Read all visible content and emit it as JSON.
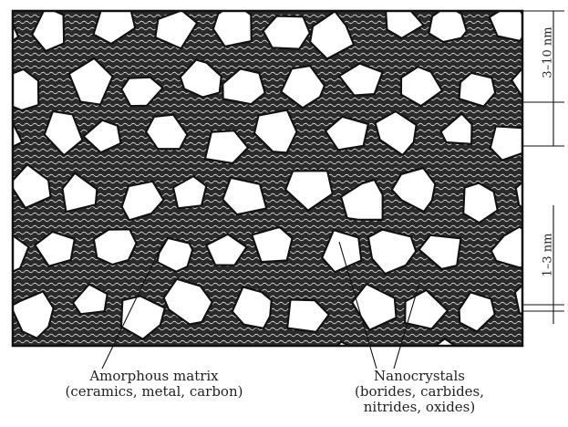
{
  "dimensions": {
    "large_spacing": "3–10 nm",
    "small_spacing": "1–3 nm"
  },
  "labels": {
    "matrix_line1": "Amorphous matrix",
    "matrix_line2": "(ceramics, metal, carbon)",
    "nano_line1": "Nanocrystals",
    "nano_line2": "(borides, carbides,",
    "nano_line3": "nitrides, oxides)"
  },
  "colors": {
    "matrix": "#2a2a2a",
    "crystal": "#ffffff",
    "outline": "#111111"
  }
}
